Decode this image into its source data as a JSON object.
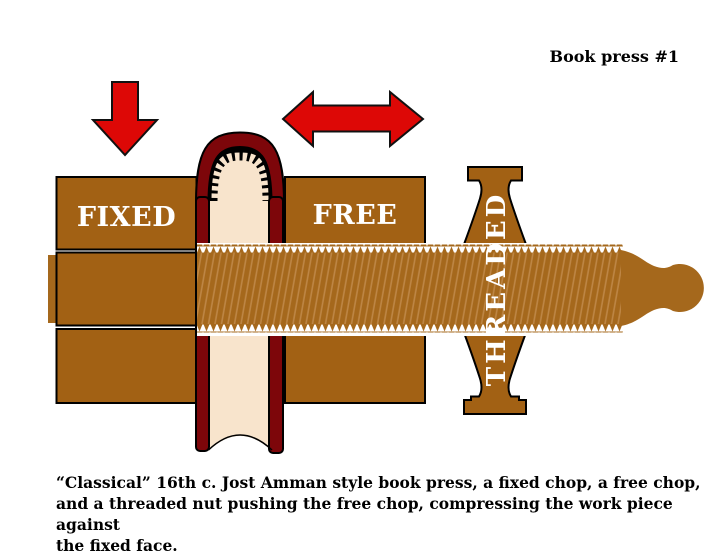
{
  "title": "Book press #1",
  "diagram": {
    "labels": {
      "fixed": "FIXED",
      "free": "FREE",
      "threaded": "THREADED"
    },
    "icons": {
      "down_arrow": "down-arrow-icon",
      "double_arrow": "left-right-arrow-icon"
    }
  },
  "colors": {
    "wood": "#A26114",
    "screw": "#A5681C",
    "screw_hatch": "#C28C4E",
    "cover": "#7D060A",
    "pages": "#F8E4CC",
    "arrow_red": "#DD0806",
    "chevron_red": "#CC1208",
    "text": "#000000"
  },
  "caption": {
    "lines": [
      "“Classical” 16th c. Jost Amman style book press, a fixed chop, a free chop,",
      "and a threaded nut pushing the free chop, compressing the work piece against",
      "the fixed face."
    ]
  }
}
